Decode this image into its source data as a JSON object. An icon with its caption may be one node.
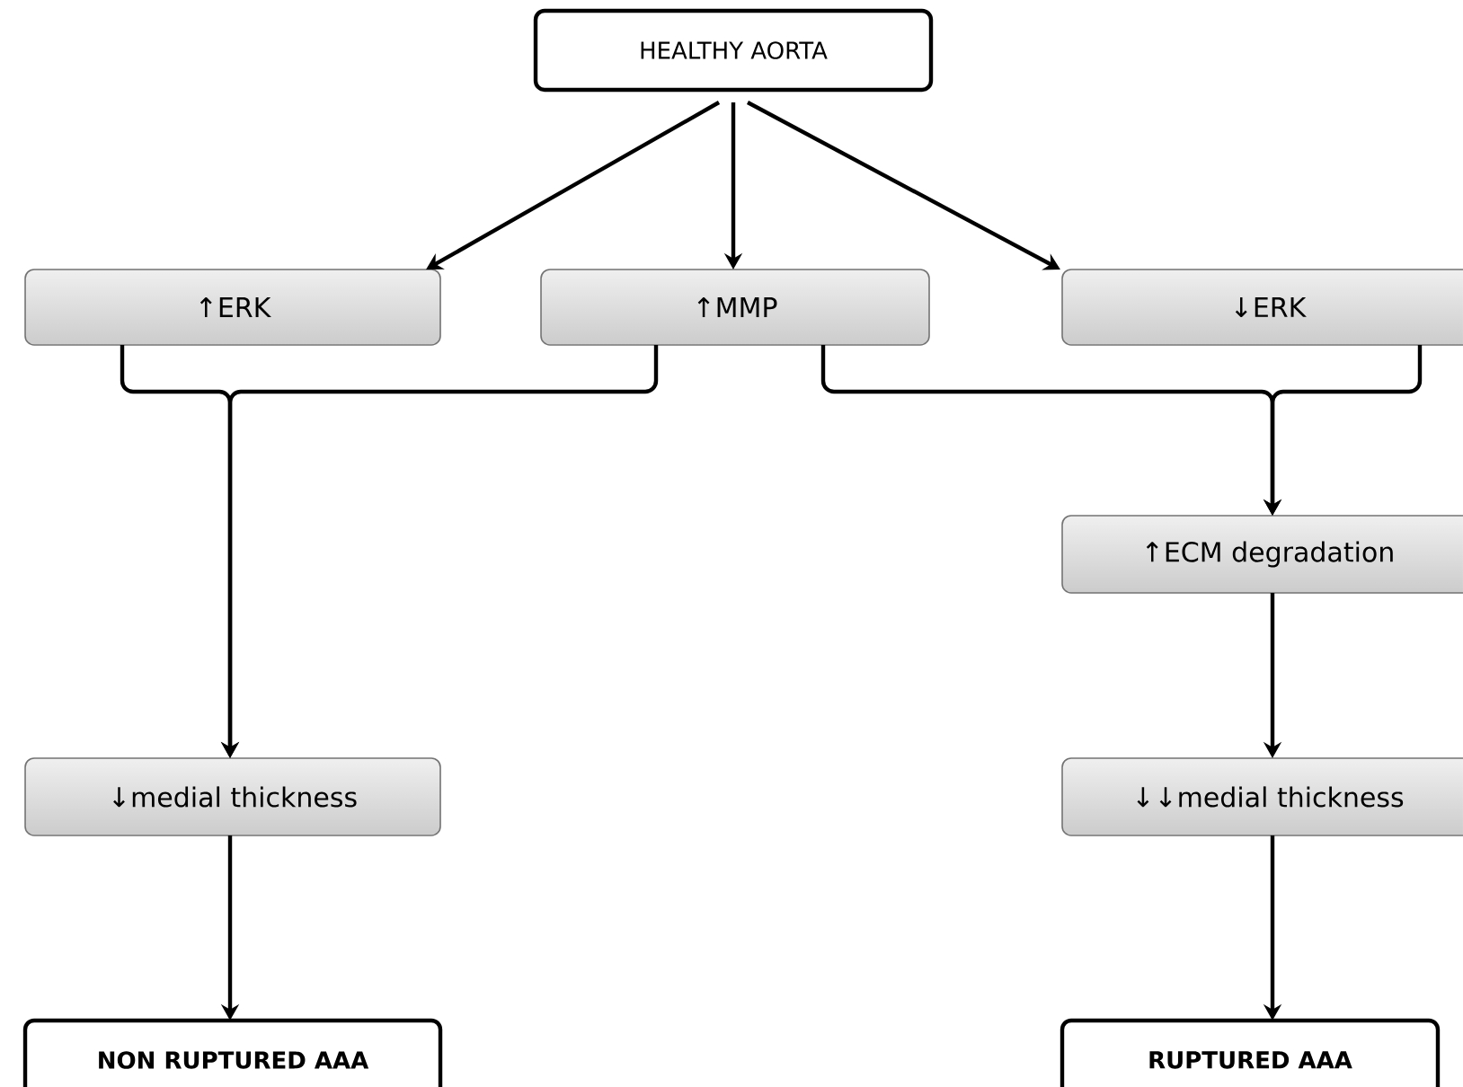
{
  "diagram": {
    "nodes": [
      {
        "text": [
          "HEALTHY AORTA"
        ]
      },
      {
        "text": [
          "↑ERK"
        ]
      },
      {
        "text": [
          "↑MMP"
        ]
      },
      {
        "text": [
          "↓ERK"
        ]
      },
      {
        "text": [
          "↑ECM degradation"
        ]
      },
      {
        "text": [
          "↓medial thickness"
        ]
      },
      {
        "text": [
          "↓↓medial thickness"
        ]
      },
      {
        "text": [
          "NON RUPTURED AAA"
        ]
      },
      {
        "text": [
          "RUPTURED AAA"
        ]
      }
    ],
    "edges": [
      {
        "from": 0,
        "to": 1,
        "arrow": "to"
      },
      {
        "from": 0,
        "to": 2,
        "arrow": "to"
      },
      {
        "from": 0,
        "to": 3,
        "arrow": "to"
      },
      {
        "from": 1,
        "to": 5,
        "arrow": "to"
      },
      {
        "from": 2,
        "to": 5,
        "arrow": "to"
      },
      {
        "from": 2,
        "to": 4,
        "arrow": "to"
      },
      {
        "from": 3,
        "to": 4,
        "arrow": "to"
      },
      {
        "from": 4,
        "to": 6,
        "arrow": "to"
      },
      {
        "from": 5,
        "to": 7,
        "arrow": "to"
      },
      {
        "from": 6,
        "to": 8,
        "arrow": "to"
      }
    ]
  }
}
